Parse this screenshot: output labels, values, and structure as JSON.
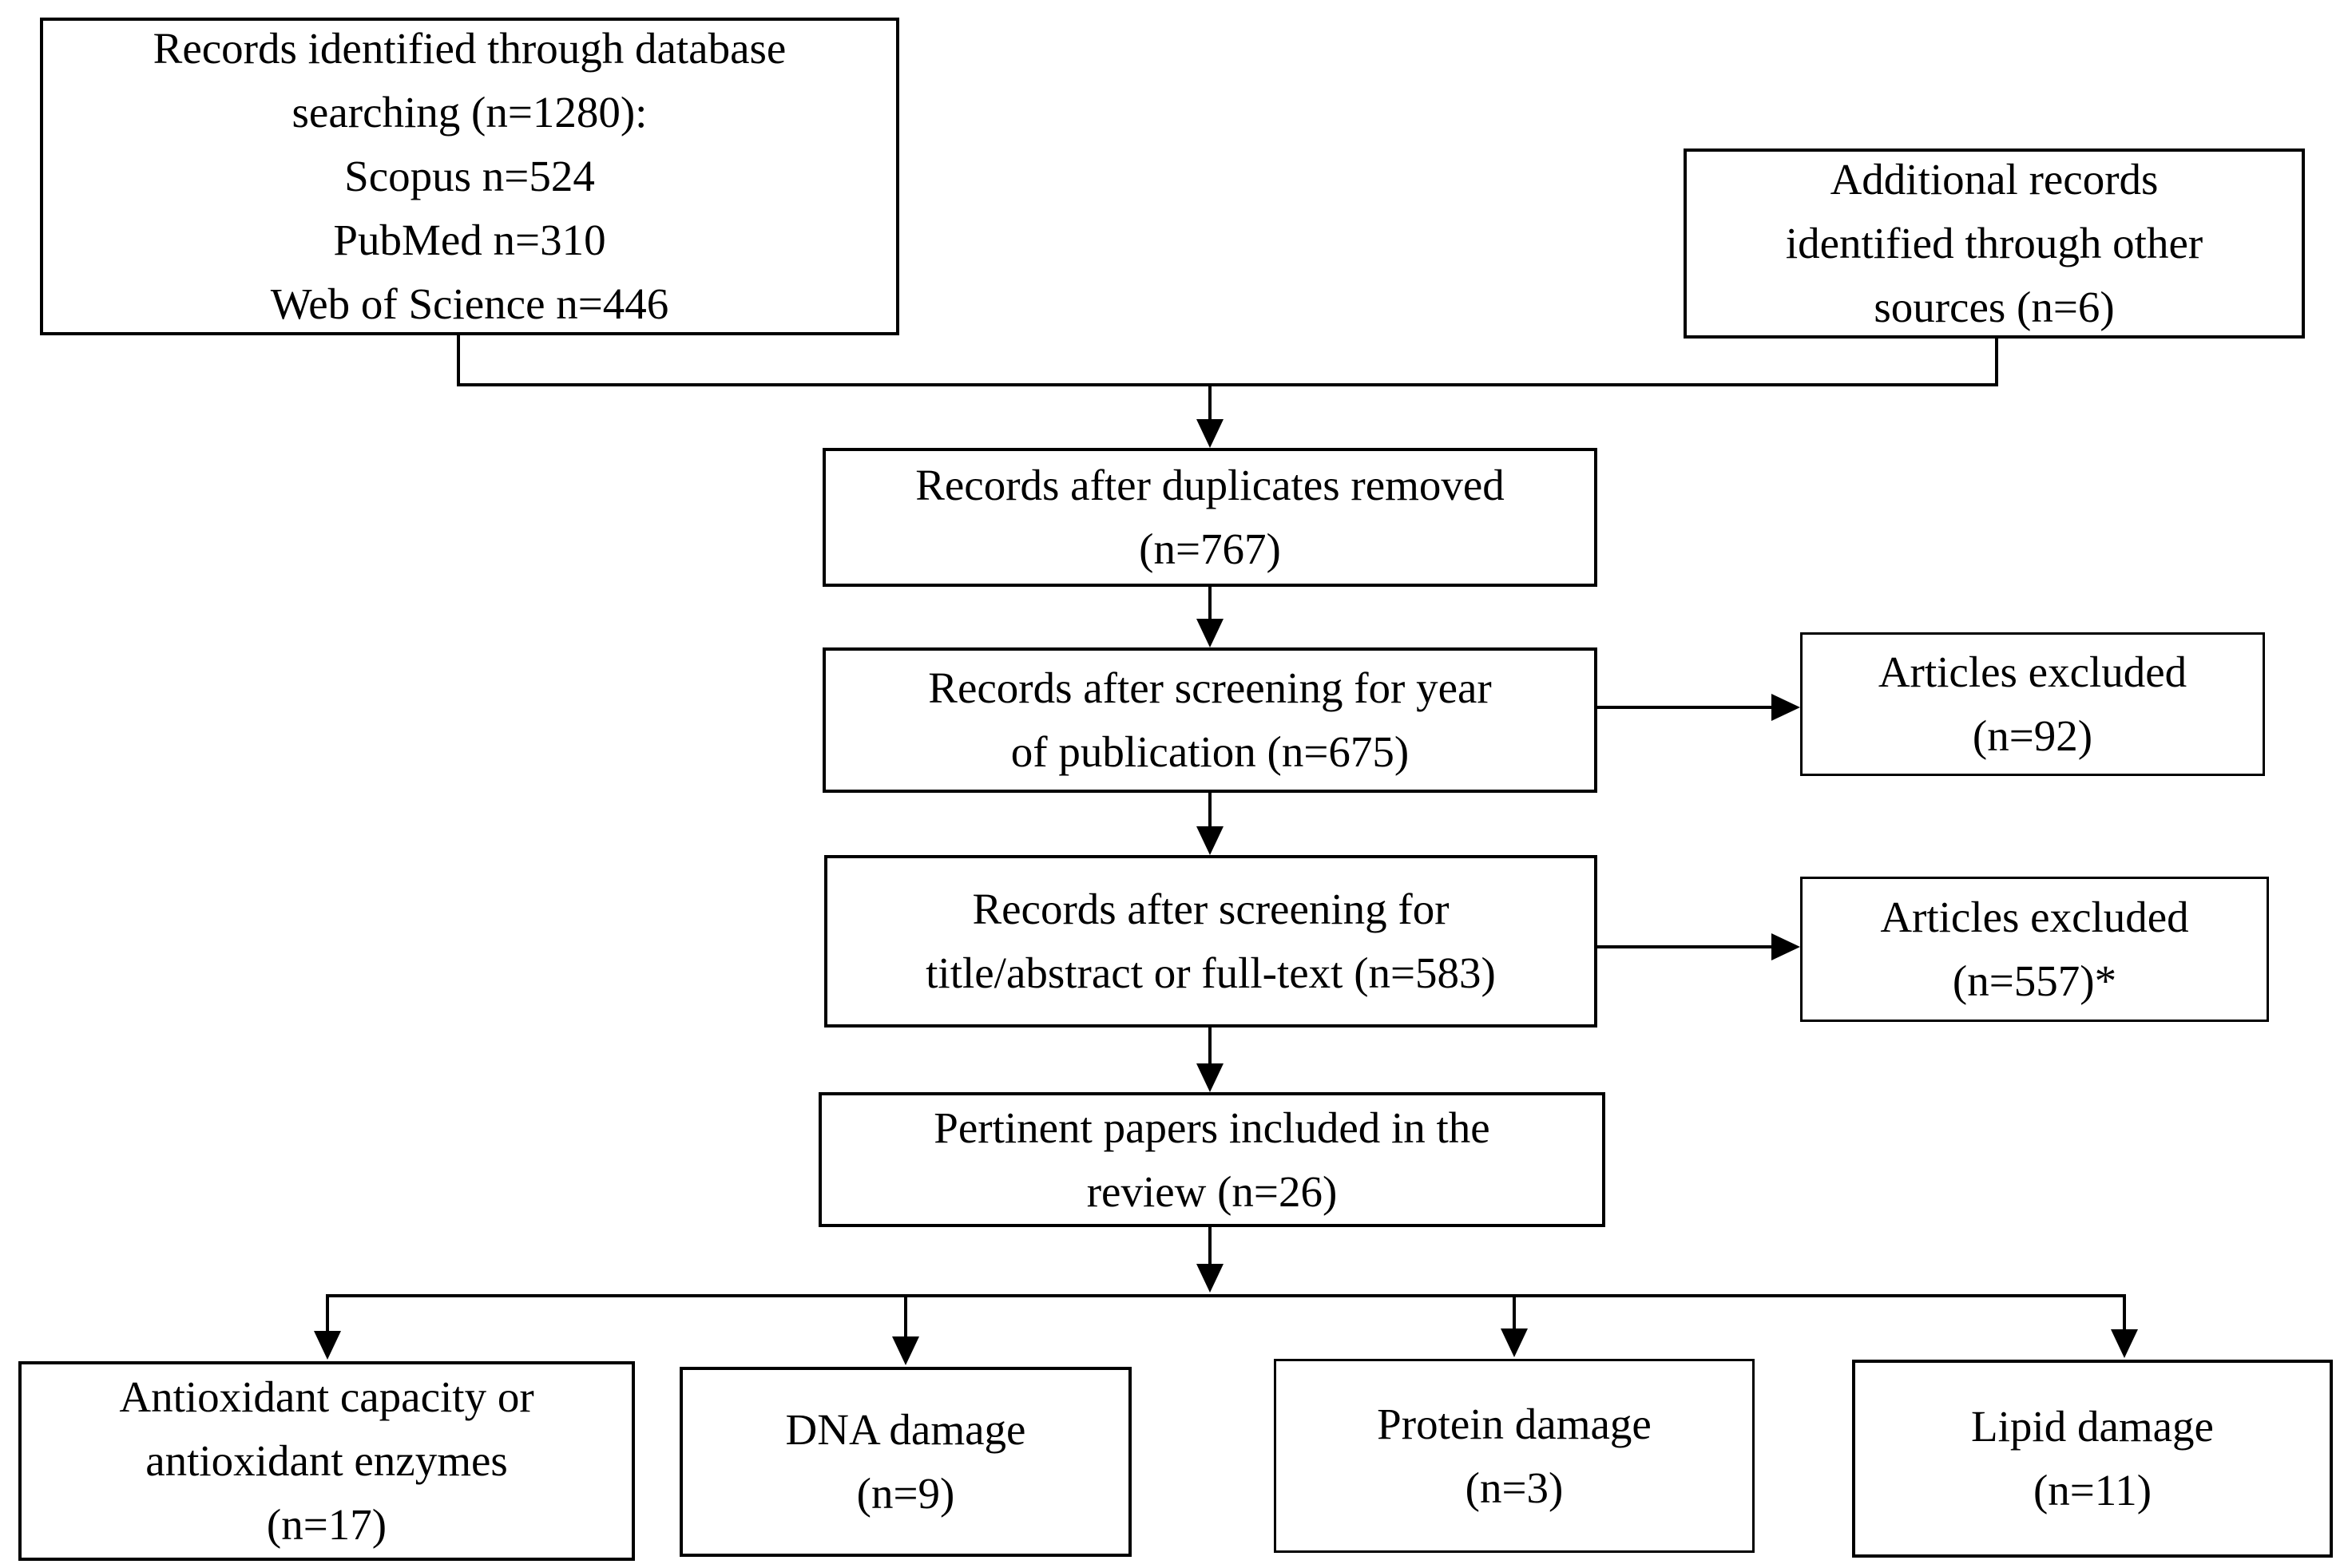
{
  "diagram": {
    "title": "PRISMA-style literature selection flow diagram",
    "background_color": "#ffffff",
    "line_color": "#000000",
    "boxes": {
      "identified": {
        "text": "Records identified through database\nsearching (n=1280):\nScopus n=524\nPubMed n=310\nWeb of Science n=446"
      },
      "additional": {
        "text": "Additional records\nidentified through other\nsources (n=6)"
      },
      "duplicates": {
        "text": "Records after duplicates removed\n(n=767)"
      },
      "year": {
        "text": "Records after screening for year\nof publication (n=675)"
      },
      "excluded_year": {
        "text": "Articles excluded\n(n=92)"
      },
      "fulltext": {
        "text": "Records after screening for\ntitle/abstract or full-text (n=583)"
      },
      "excluded_fulltext": {
        "text": "Articles excluded\n(n=557)*"
      },
      "pertinent": {
        "text": "Pertinent papers included in the\nreview (n=26)"
      },
      "antioxidant": {
        "text": "Antioxidant capacity or\nantioxidant enzymes\n(n=17)"
      },
      "dna": {
        "text": "DNA damage\n(n=9)"
      },
      "protein": {
        "text": "Protein damage\n(n=3)"
      },
      "lipid": {
        "text": "Lipid damage\n(n=11)"
      }
    }
  }
}
